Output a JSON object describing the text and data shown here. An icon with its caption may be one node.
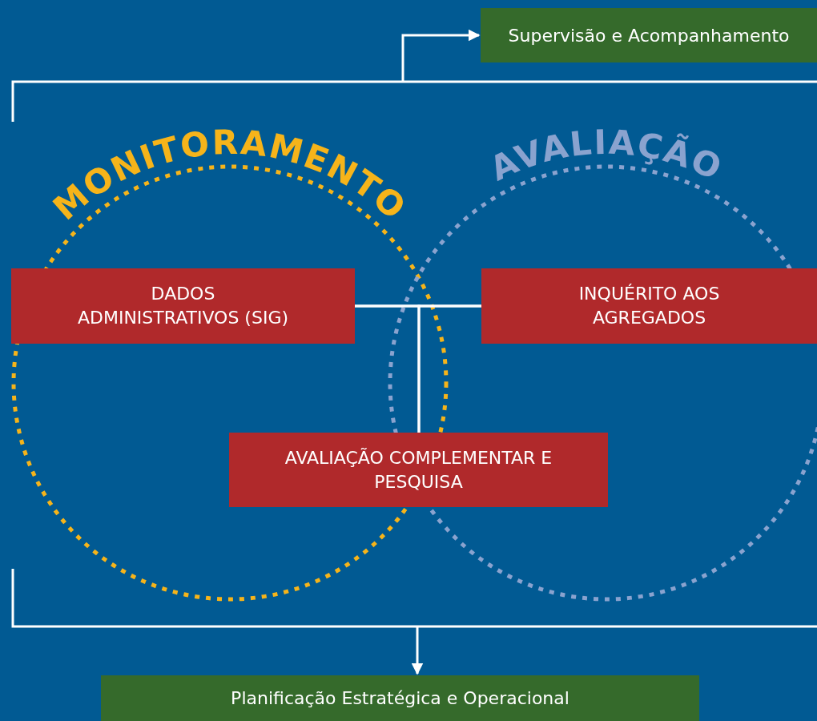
{
  "diagram": {
    "nodes": [
      {
        "text": [
          "Supervisão e Acompanhamento"
        ]
      },
      {
        "text": [
          "MONITORAMENTO"
        ]
      },
      {
        "text": [
          "AVALIAÇÃO"
        ]
      },
      {
        "text": [
          "DADOS ADMINISTRATIVOS (SIG)"
        ],
        "in": 1
      },
      {
        "text": [
          "INQUÉRITO AOS AGREGADOS"
        ],
        "in": 2
      },
      {
        "text": [
          "AVALIAÇÃO COMPLEMENTAR E PESQUISA"
        ]
      },
      {
        "text": [
          "Planificação Estratégica e Operacional"
        ]
      }
    ],
    "edges": [
      {
        "from": null,
        "to": 0,
        "arrow": "to"
      },
      {
        "from": 3,
        "to": 4,
        "arrow": "none"
      },
      {
        "from": 3,
        "to": 5,
        "arrow": "none"
      },
      {
        "from": 4,
        "to": 5,
        "arrow": "none"
      },
      {
        "from": null,
        "to": 6,
        "arrow": "to"
      }
    ]
  }
}
